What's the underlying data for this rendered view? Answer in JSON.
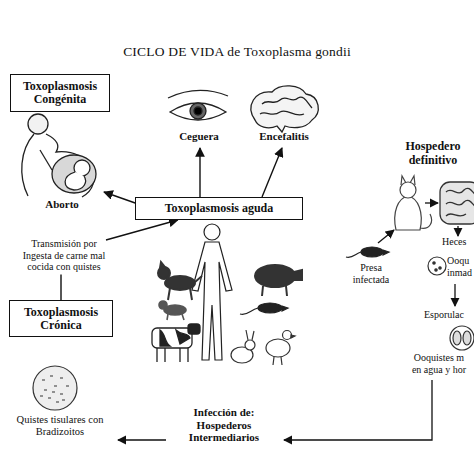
{
  "diagram": {
    "title": "CICLO DE VIDA de Toxoplasma gondii",
    "nodes": [
      {
        "text": [
          "Toxoplasmosis Congénita"
        ]
      },
      {
        "text": [
          "Toxoplasmosis aguda"
        ]
      },
      {
        "text": [
          "Toxoplasmosis Crónica"
        ]
      }
    ],
    "edges": [
      {
        "from": 2,
        "to": 1,
        "arrow": "to",
        "label": "Transmisión por Ingesta de carne mal cocida con quistes"
      }
    ],
    "labels": [
      "Aborto",
      "Ceguera",
      "Encefalitis",
      "Hospedero definitivo",
      "Presa infectada",
      "Heces",
      "Ooqu inmad",
      "Esporulac",
      "Ooquistes m en agua y hor",
      "Quistes tisulares con Bradizoitos",
      "Infección de: Hospederos Intermediarios"
    ]
  }
}
